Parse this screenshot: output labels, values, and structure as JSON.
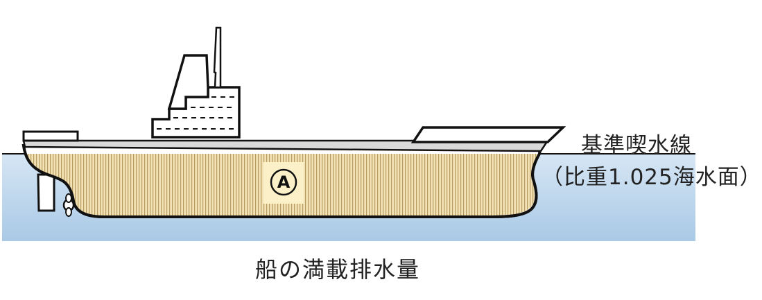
{
  "labels": {
    "waterline_title": "基準喫水線",
    "waterline_subtitle": "（比重1.025海水面）",
    "caption": "船の満載排水量",
    "marker": "A"
  },
  "colors": {
    "sea_top": "#d6e6f4",
    "sea_bottom": "#a9c9e6",
    "hull_fill": "#f3e2b6",
    "hull_stripe": "#b59a5c",
    "deck_band": "#d9d9d9",
    "outline": "#111111",
    "marker_bg": "#fbf0c8"
  }
}
